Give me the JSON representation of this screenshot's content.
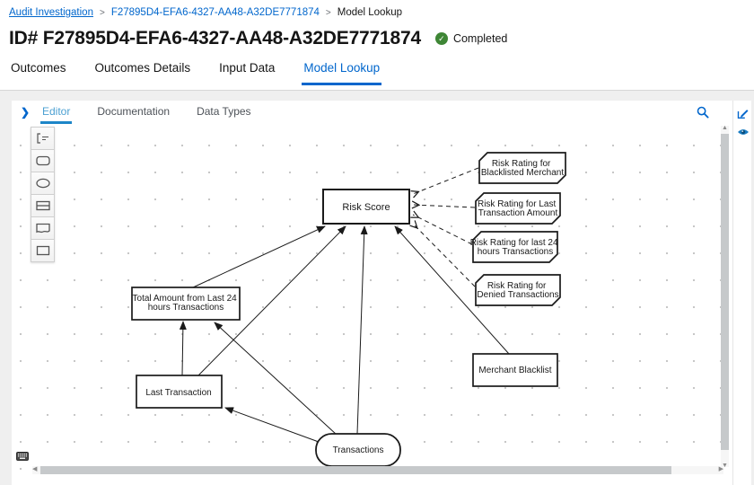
{
  "breadcrumb": {
    "separator": ">",
    "items": [
      {
        "label": "Audit Investigation"
      },
      {
        "label": "F27895D4-EFA6-4327-AA48-A32DE7771874"
      },
      {
        "label": "Model Lookup"
      }
    ]
  },
  "header": {
    "title": "ID# F27895D4-EFA6-4327-AA48-A32DE7771874",
    "status_label": "Completed",
    "status_color": "#3e8635"
  },
  "page_tabs": {
    "items": [
      "Outcomes",
      "Outcomes Details",
      "Input Data",
      "Model Lookup"
    ],
    "active": "Model Lookup"
  },
  "editor_panel": {
    "tabs": [
      "Editor",
      "Documentation",
      "Data Types"
    ],
    "active": "Editor",
    "icons": [
      "expand-chevron-icon",
      "search-icon",
      "edit-icon",
      "preview-eye-icon",
      "keyboard-shortcuts-icon"
    ]
  },
  "palette": {
    "items": [
      "text-annotation-icon",
      "decision-service-icon",
      "input-data-icon",
      "decision-table-icon",
      "knowledge-source-icon",
      "decision-icon"
    ]
  },
  "diagram": {
    "colors": {
      "node_fill": "#ffffff",
      "node_stroke": "#1a1a1a",
      "edge": "#1a1a1a"
    },
    "nodes": [
      {
        "id": "risk-score",
        "type": "decision",
        "lines": [
          "Risk Score"
        ]
      },
      {
        "id": "bkm-blacklisted-merchant",
        "type": "business-knowledge-model",
        "lines": [
          "Risk Rating for",
          "Blacklisted Merchant"
        ]
      },
      {
        "id": "bkm-last-transaction-amount",
        "type": "business-knowledge-model",
        "lines": [
          "Risk Rating for Last",
          "Transaction Amount"
        ]
      },
      {
        "id": "bkm-last-24-hours",
        "type": "business-knowledge-model",
        "lines": [
          "Risk Rating for last 24",
          "hours Transactions"
        ]
      },
      {
        "id": "bkm-denied-transactions",
        "type": "business-knowledge-model",
        "lines": [
          "Risk Rating for",
          "Denied Transactions"
        ]
      },
      {
        "id": "total-amount-last-24h",
        "type": "decision",
        "lines": [
          "Total Amount from Last 24",
          "hours Transactions"
        ]
      },
      {
        "id": "last-transaction",
        "type": "decision",
        "lines": [
          "Last Transaction"
        ]
      },
      {
        "id": "merchant-blacklist",
        "type": "input-data",
        "lines": [
          "Merchant Blacklist"
        ]
      },
      {
        "id": "transactions",
        "type": "input-data",
        "lines": [
          "Transactions"
        ]
      }
    ],
    "edges": [
      {
        "from": "total-amount-last-24h",
        "to": "risk-score",
        "style": "solid"
      },
      {
        "from": "last-transaction",
        "to": "risk-score",
        "style": "solid"
      },
      {
        "from": "transactions",
        "to": "risk-score",
        "style": "solid"
      },
      {
        "from": "merchant-blacklist",
        "to": "risk-score",
        "style": "solid"
      },
      {
        "from": "last-transaction",
        "to": "total-amount-last-24h",
        "style": "solid"
      },
      {
        "from": "transactions",
        "to": "total-amount-last-24h",
        "style": "solid"
      },
      {
        "from": "transactions",
        "to": "last-transaction",
        "style": "solid"
      },
      {
        "from": "bkm-blacklisted-merchant",
        "to": "risk-score",
        "style": "dashed"
      },
      {
        "from": "bkm-last-transaction-amount",
        "to": "risk-score",
        "style": "dashed"
      },
      {
        "from": "bkm-last-24-hours",
        "to": "risk-score",
        "style": "dashed"
      },
      {
        "from": "bkm-denied-transactions",
        "to": "risk-score",
        "style": "dashed"
      }
    ]
  },
  "colors": {
    "accent": "#0066cc",
    "panel_tab_active": "#1d86c8",
    "separator": "#d7d7d7"
  }
}
